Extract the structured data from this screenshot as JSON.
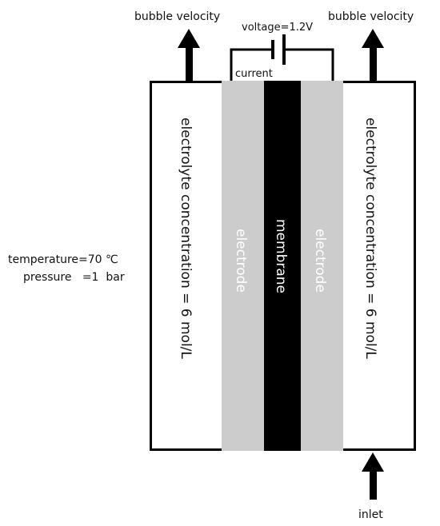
{
  "labels": {
    "bubble_velocity_left": "bubble velocity",
    "bubble_velocity_right": "bubble velocity",
    "voltage": "voltage=1.2V",
    "current": "current",
    "electrolyte_left": "electrolyte concentration = 6 mol/L",
    "electrolyte_right": "electrolyte concentration = 6 mol/L",
    "electrode_left": "electrode",
    "electrode_right": "electrode",
    "membrane": "membrane",
    "temperature": "temperature=70 ℃",
    "pressure": "pressure   =1  bar",
    "inlet": "inlet"
  },
  "colors": {
    "outline": "#000000",
    "electrode": "#cccccc",
    "membrane": "#000000",
    "electrode_text": "#ffffff",
    "membrane_text": "#ffffff"
  }
}
